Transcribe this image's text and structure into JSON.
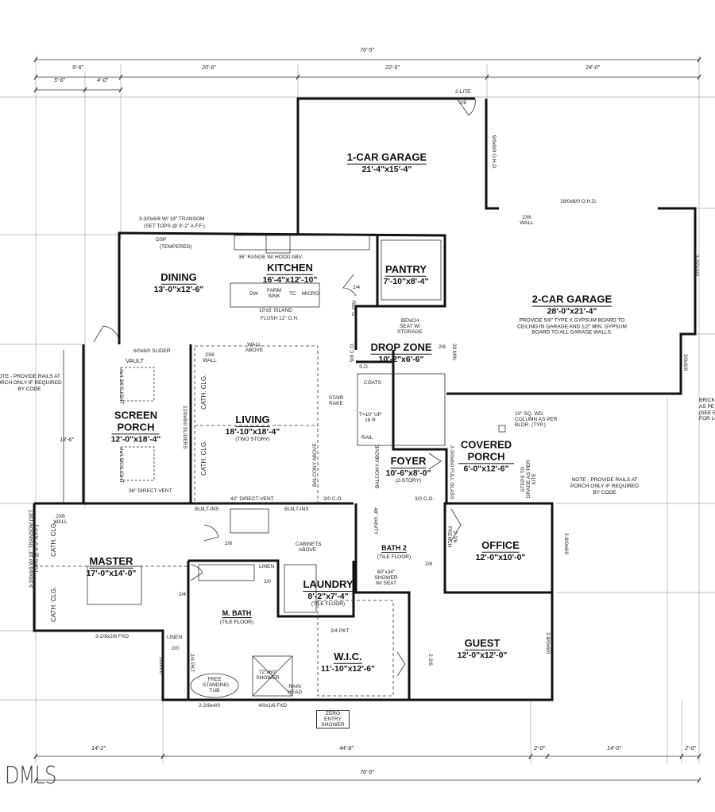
{
  "dimensions": {
    "top_overall": "76'-5\"",
    "top_segments": [
      "9'-6\"",
      "20'-6\"",
      "22'-5\"",
      "24'-0\""
    ],
    "top_sub": [
      "5'-6\"",
      "4'-0\""
    ],
    "bottom_segments": [
      "14'-2\"",
      "44'-8\"",
      "2'-0\"",
      "14'-0\"",
      "2'-0\""
    ],
    "bottom_overall": "76'-5\"",
    "left_porch": "18'-6\""
  },
  "rooms": [
    {
      "name": "1-CAR GARAGE",
      "size": "21'-4\"x15'-4\""
    },
    {
      "name": "DINING",
      "size": "13'-0\"x12'-6\""
    },
    {
      "name": "KITCHEN",
      "size": "16'-4\"x12'-10\""
    },
    {
      "name": "PANTRY",
      "size": "7'-10\"x8'-4\""
    },
    {
      "name": "2-CAR GARAGE",
      "size": "28'-0\"x21'-4\"",
      "note": "PROVIDE 5/8\" TYPE X GYPSUM BOARD TO CEILING IN GARAGE AND 1/2\" MIN. GYPSUM BOARD TO ALL GARAGE WALLS."
    },
    {
      "name": "DROP ZONE",
      "size": "10'-2\"x6'-6\""
    },
    {
      "name": "SCREEN PORCH",
      "size": "12'-0\"x18'-4\""
    },
    {
      "name": "LIVING",
      "size": "18'-10\"x18'-4\"",
      "sub": "(TWO STORY)"
    },
    {
      "name": "FOYER",
      "size": "10'-6\"x8'-0\"",
      "sub": "(2-STORY)"
    },
    {
      "name": "COVERED PORCH",
      "size": "6'-0\"x12'-6\""
    },
    {
      "name": "MASTER",
      "size": "17'-0\"x14'-0\""
    },
    {
      "name": "M. BATH",
      "sub": "(TILE FLOOR)"
    },
    {
      "name": "LAUNDRY",
      "size": "8'-2\"x7'-4\"",
      "sub": "(TILE FLOOR)"
    },
    {
      "name": "BATH 2",
      "sub": "(TILE FLOOR)"
    },
    {
      "name": "OFFICE",
      "size": "12'-0\"x10'-0\""
    },
    {
      "name": "W.I.C.",
      "size": "11'-10\"x12'-6\""
    },
    {
      "name": "GUEST",
      "size": "12'-0\"x12'-0\""
    }
  ],
  "annotations": [
    "2-LITE",
    "2/8",
    "9/0x8/0 O.H.D.",
    "18/0x8/0 O.H.D.",
    "2X6 WALL",
    "3-3/0x6/6 W/ 18\" TRANSOM",
    "(SET TOPS @ 9'-2\" A.F.F.)",
    "DSP",
    "(TEMPERED)",
    "36\" RANGE W/ HOOD ABV.",
    "DW",
    "FARM SINK",
    "TC",
    "MICRO",
    "10'x5' ISLAND",
    "FLUSH 12\" O.H.",
    "2/4",
    "REF'G",
    "BENCH SEAT W/ STORAGE",
    "2/8",
    "20 MIN",
    "9/8 C.O.",
    "S.D.",
    "COATS",
    "STAIR RAKE",
    "T=10\" UP 18 R",
    "RAIL",
    "6/0x8/0 SLIDER",
    "VAULT",
    "4x4 SKYLIGHT",
    "4x4 SKYLIGHT",
    "36\" DIRECT-VENT",
    "WALL ABOVE",
    "2X6 WALL",
    "12/0x8/0 SLIDERS",
    "CATH. CLG.",
    "CATH. CLG.",
    "BALCONY ABOVE",
    "BALCONY ABOVE",
    "42\" DIRECT-VENT",
    "BUILT-INS",
    "BUILT-INS",
    "3/0 C.O.",
    "3/0 C.O.",
    "2-3/0x8/0 FULL GLASS",
    "10\" SQ. WD. COLUMN AS PER BLDR. (TYP.)",
    "STEPS TO GRADE AS PER SITE",
    "2-3/0x6/0",
    "3/0x6/0",
    "3-3/0x6/6 W/ 18\" TRANSOM (SET TOPS @ 9'-2\" A.F.F.)",
    "2X6 WALL",
    "CATH. CLG.",
    "CATH. CLG.",
    "3-2/8x2/8 FXD",
    "2/8",
    "CABINETS ABOVE",
    "LINEN",
    "2/0",
    "2/4",
    "LINEN",
    "2/0",
    "2/0x4/0",
    "2/4 PKT",
    "FREE STANDING TUB",
    "2-2/8x4/0",
    "72\"x60\" SHOWER",
    "RAIN HEAD",
    "4/0x1/6 FXD",
    "ZERO ENTRY SHOWER",
    "2/4 PKT",
    "48\" VANITY",
    "60\"x34\" SHOWER W/ SEAT",
    "2-2/6 FRENCH",
    "2/8",
    "2-2/6",
    "2-8/0x6/0",
    "2-8/0x6/0"
  ],
  "notes": {
    "left_rails": "OTE - PROVIDE RAILS AT\nORCH ONLY IF REQUIRED\nBY CODE",
    "right_rails": "NOTE - PROVIDE RAILS AT\nPORCH ONLY IF REQUIRED\nBY CODE",
    "brick": "BRICK\nAS PE\n(SEE EL\nFOR LO"
  },
  "logo": "DMLS"
}
